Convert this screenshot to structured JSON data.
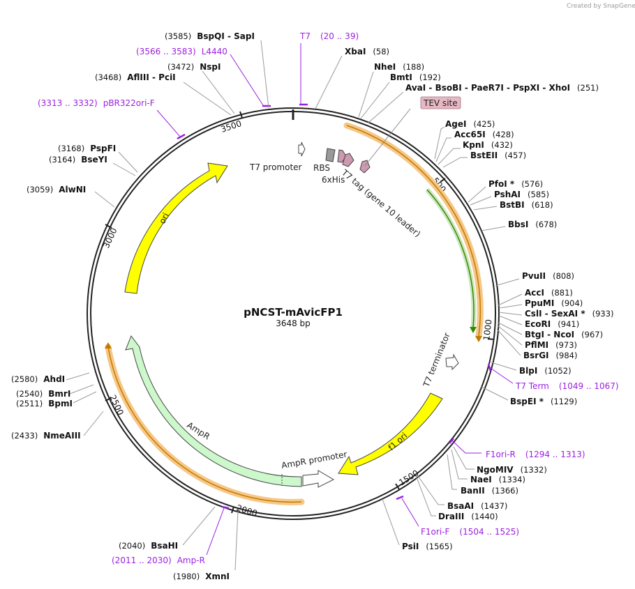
{
  "credit": "Created by  SnapGene",
  "plasmid": {
    "name": "pNCST-mAvicFP1",
    "size_label": "3648 bp"
  },
  "ticks": [
    "500",
    "1000",
    "1500",
    "2000",
    "2500",
    "3000",
    "3500"
  ],
  "sites": [
    {
      "name": "BspQI  -  SapI",
      "pos": "(3585)"
    },
    {
      "name": "XbaI",
      "pos": "(58)"
    },
    {
      "name": "NspI",
      "pos": "(3472)"
    },
    {
      "name": "AflIII  -  PciI",
      "pos": "(3468)"
    },
    {
      "name": "NheI",
      "pos": "(188)"
    },
    {
      "name": "BmtI",
      "pos": "(192)"
    },
    {
      "name": "AvaI  -  BsoBI  -  PaeR7I  -  PspXI  -  XhoI",
      "pos": "(251)"
    },
    {
      "name": "AgeI",
      "pos": "(425)"
    },
    {
      "name": "Acc65I",
      "pos": "(428)"
    },
    {
      "name": "KpnI",
      "pos": "(432)"
    },
    {
      "name": "BstEII",
      "pos": "(457)"
    },
    {
      "name": "PspFI",
      "pos": "(3168)"
    },
    {
      "name": "BseYI",
      "pos": "(3164)"
    },
    {
      "name": "PfoI *",
      "pos": "(576)"
    },
    {
      "name": "PshAI",
      "pos": "(585)"
    },
    {
      "name": "BstBI",
      "pos": "(618)"
    },
    {
      "name": "AlwNI",
      "pos": "(3059)"
    },
    {
      "name": "BbsI",
      "pos": "(678)"
    },
    {
      "name": "PvuII",
      "pos": "(808)"
    },
    {
      "name": "AccI",
      "pos": "(881)"
    },
    {
      "name": "PpuMI",
      "pos": "(904)"
    },
    {
      "name": "CslI  -  SexAI *",
      "pos": "(933)"
    },
    {
      "name": "EcoRI",
      "pos": "(941)"
    },
    {
      "name": "BtgI  -  NcoI",
      "pos": "(967)"
    },
    {
      "name": "PflMI",
      "pos": "(973)"
    },
    {
      "name": "BsrGI",
      "pos": "(984)"
    },
    {
      "name": "BlpI",
      "pos": "(1052)"
    },
    {
      "name": "AhdI",
      "pos": "(2580)"
    },
    {
      "name": "BmrI",
      "pos": "(2540)"
    },
    {
      "name": "BpmI",
      "pos": "(2511)"
    },
    {
      "name": "BspEI *",
      "pos": "(1129)"
    },
    {
      "name": "NmeAIII",
      "pos": "(2433)"
    },
    {
      "name": "NgoMIV",
      "pos": "(1332)"
    },
    {
      "name": "NaeI",
      "pos": "(1334)"
    },
    {
      "name": "BanII",
      "pos": "(1366)"
    },
    {
      "name": "BsaAI",
      "pos": "(1437)"
    },
    {
      "name": "DraIII",
      "pos": "(1440)"
    },
    {
      "name": "BsaHI",
      "pos": "(2040)"
    },
    {
      "name": "PsiI",
      "pos": "(1565)"
    },
    {
      "name": "XmnI",
      "pos": "(1980)"
    }
  ],
  "primers": [
    {
      "name": "T7",
      "range": "(20 .. 39)"
    },
    {
      "name": "L4440",
      "range": "(3566 .. 3583)"
    },
    {
      "name": "pBR322ori-F",
      "range": "(3313 .. 3332)"
    },
    {
      "name": "T7 Term",
      "range": "(1049 .. 1067)"
    },
    {
      "name": "F1ori-R",
      "range": "(1294 .. 1313)"
    },
    {
      "name": "F1ori-F",
      "range": "(1504 .. 1525)"
    },
    {
      "name": "Amp-R",
      "range": "(2011 .. 2030)"
    }
  ],
  "features": {
    "tev": "TEV site",
    "t7_promoter": "T7 promoter",
    "rbs": "RBS",
    "his": "6xHis",
    "t7tag": "T7 tag (gene 10 leader)",
    "t7_terminator": "T7 terminator",
    "f1_ori": "f1 ori",
    "ampr_promoter": "AmpR promoter",
    "ampr": "AmpR",
    "ori": "ori"
  },
  "colors": {
    "ori": "#ffff00",
    "ampr": "#ccf8cc",
    "orf": "#f6c786",
    "green_orf": "#2e8b00",
    "primer": "#9b1fe0",
    "tag": "#cc99b0",
    "rbs": "#999999",
    "tev_box": "#e6b8c4"
  }
}
